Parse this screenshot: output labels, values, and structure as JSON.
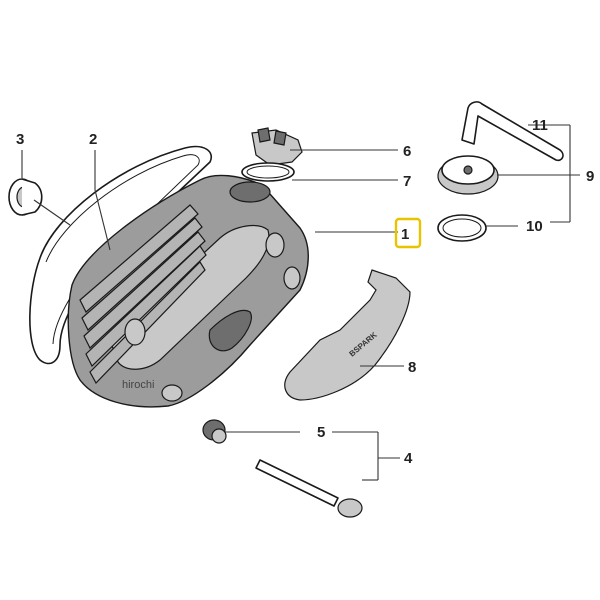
{
  "callouts": [
    {
      "id": "1",
      "label": "1",
      "highlighted": true
    },
    {
      "id": "2",
      "label": "2"
    },
    {
      "id": "3",
      "label": "3"
    },
    {
      "id": "4",
      "label": "4"
    },
    {
      "id": "5",
      "label": "5"
    },
    {
      "id": "6",
      "label": "6"
    },
    {
      "id": "7",
      "label": "7"
    },
    {
      "id": "8",
      "label": "8"
    },
    {
      "id": "9",
      "label": "9"
    },
    {
      "id": "10",
      "label": "10"
    },
    {
      "id": "11",
      "label": "11"
    }
  ],
  "watermark": "hirochi",
  "guard_emboss": "BSPARK",
  "highlight_color": "#e8c400"
}
